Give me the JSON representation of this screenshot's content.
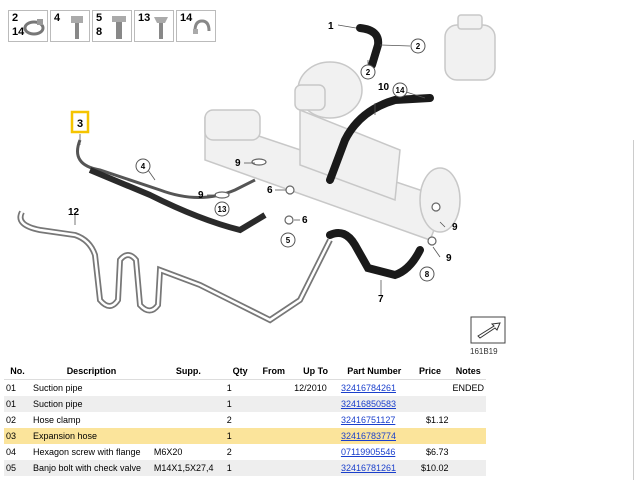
{
  "legend": [
    {
      "top": "2",
      "bottom": "14",
      "icon": "hose-clamp-icon"
    },
    {
      "top": "4",
      "bottom": "",
      "icon": "hex-bolt-icon"
    },
    {
      "top": "5",
      "bottom": "8",
      "icon": "banjo-bolt-icon"
    },
    {
      "top": "13",
      "bottom": "",
      "icon": "screw-icon"
    },
    {
      "top": "14",
      "bottom": "",
      "icon": "spring-clamp-icon"
    }
  ],
  "callouts": [
    "1",
    "2",
    "2",
    "10",
    "14",
    "3",
    "4",
    "9",
    "6",
    "9",
    "13",
    "6",
    "5",
    "12",
    "9",
    "9",
    "8",
    "7"
  ],
  "ref_code": "161B19",
  "table": {
    "headers": [
      "No.",
      "Description",
      "Supp.",
      "Qty",
      "From",
      "Up To",
      "Part Number",
      "Price",
      "Notes"
    ],
    "rows": [
      {
        "no": "01",
        "desc": "Suction pipe",
        "supp": "",
        "qty": "1",
        "from": "",
        "upto": "12/2010",
        "pn": "32416784261",
        "price": "",
        "notes": "ENDED"
      },
      {
        "no": "01",
        "desc": "Suction pipe",
        "supp": "",
        "qty": "1",
        "from": "",
        "upto": "",
        "pn": "32416850583",
        "price": "",
        "notes": ""
      },
      {
        "no": "02",
        "desc": "Hose clamp",
        "supp": "",
        "qty": "2",
        "from": "",
        "upto": "",
        "pn": "32416751127",
        "price": "$1.12",
        "notes": ""
      },
      {
        "no": "03",
        "desc": "Expansion hose",
        "supp": "",
        "qty": "1",
        "from": "",
        "upto": "",
        "pn": "32416783774",
        "price": "",
        "notes": ""
      },
      {
        "no": "04",
        "desc": "Hexagon screw with flange",
        "supp": "M6X20",
        "qty": "2",
        "from": "",
        "upto": "",
        "pn": "07119905546",
        "price": "$6.73",
        "notes": ""
      },
      {
        "no": "05",
        "desc": "Banjo bolt with check valve",
        "supp": "M14X1,5X27,4",
        "qty": "1",
        "from": "",
        "upto": "",
        "pn": "32416781261",
        "price": "$10.02",
        "notes": ""
      }
    ]
  },
  "colors": {
    "highlight": "#fbe49b",
    "link": "#1a3fcc",
    "callout_box": "#f5c400"
  }
}
